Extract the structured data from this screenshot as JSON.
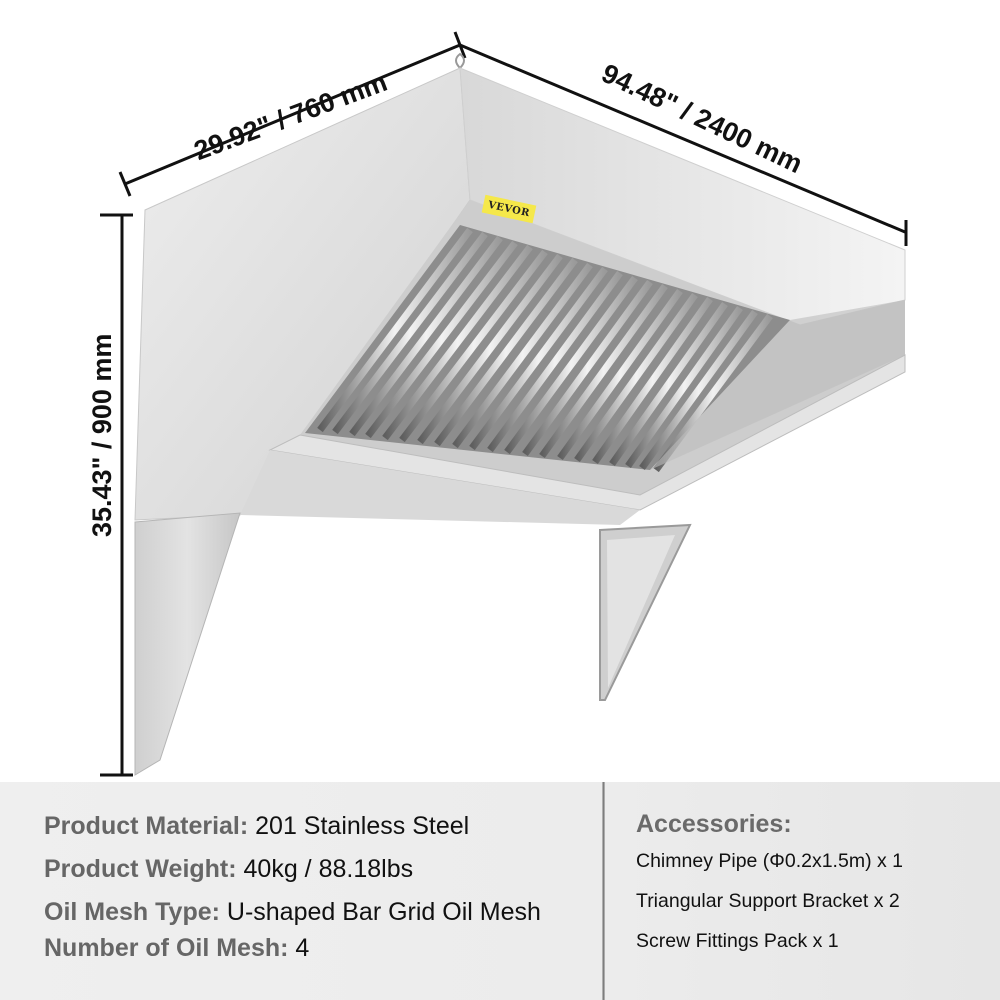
{
  "product": {
    "brand_label": "VEVOR",
    "dimensions": {
      "width": "29.92\" / 760 mm",
      "length": "94.48\" / 2400 mm",
      "height": "35.43\" / 900 mm"
    }
  },
  "specs": [
    {
      "key": "Product Material:",
      "value": " 201 Stainless Steel"
    },
    {
      "key": "Product Weight:",
      "value": " 40kg / 88.18lbs"
    },
    {
      "key": "Oil Mesh Type:",
      "value": " U-shaped Bar Grid Oil Mesh"
    },
    {
      "key": "Number of Oil Mesh:",
      "value": " 4"
    }
  ],
  "accessories": {
    "title": "Accessories:",
    "items": [
      "Chimney Pipe (Φ0.2x1.5m) x 1",
      "Triangular Support Bracket x 2",
      "Screw Fittings Pack x 1"
    ]
  },
  "colors": {
    "steel_light": "#e6e6e6",
    "steel_mid": "#c9c9c9",
    "steel_dark": "#8f8f8f",
    "brand_tag": "#f5e84a",
    "panel_bg": "#eeeeee",
    "spec_key": "#666666"
  }
}
